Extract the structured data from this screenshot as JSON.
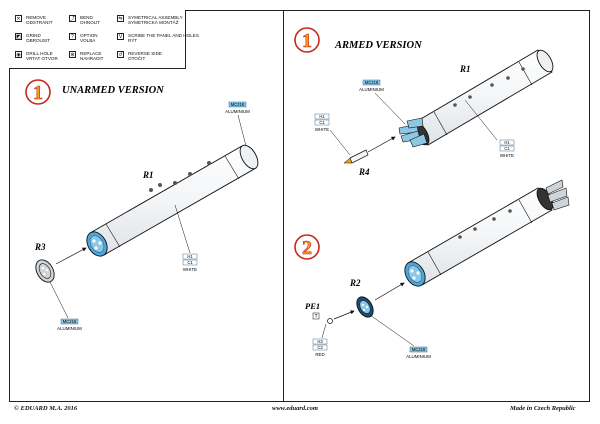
{
  "legend": [
    {
      "icon": "remove-icon",
      "glyph": "✕",
      "line1": "REMOVE",
      "line2": "ODSTRANIT"
    },
    {
      "icon": "bend-icon",
      "glyph": "⤴",
      "line1": "BEND",
      "line2": "OHNOUT"
    },
    {
      "icon": "symmetrical-assembly-icon",
      "glyph": "⇋",
      "line1": "SYMETRICAL ASSEMBLY",
      "line2": "SYMETRICKÁ MONTÁŽ"
    },
    {
      "icon": "grind-icon",
      "glyph": "◩",
      "line1": "GRIND",
      "line2": "OBROUSIT"
    },
    {
      "icon": "option-icon",
      "glyph": "?",
      "line1": "OPTION",
      "line2": "VOLBA"
    },
    {
      "icon": "scribe-icon",
      "glyph": "V",
      "line1": "SCRIBE THE PANEL AND HOLES",
      "line2": "RÝT"
    },
    {
      "icon": "drill-hole-icon",
      "glyph": "◉",
      "line1": "DRILL HOLE",
      "line2": "VRTAT OTVOR"
    },
    {
      "icon": "replace-icon",
      "glyph": "⊗",
      "line1": "REPLACE",
      "line2": "NAHRADIT"
    },
    {
      "icon": "reverse-side-icon",
      "glyph": "↺",
      "line1": "REVERSE SIDE",
      "line2": "OTOČIT"
    }
  ],
  "left_panel": {
    "step": "1",
    "title": "UNARMED VERSION",
    "part_r1": "R1",
    "part_r3": "R3",
    "paint_top": {
      "code": "MC218",
      "name": "ALUMINIUM"
    },
    "paint_body": {
      "code1": "H1",
      "code2": "C1",
      "name": "WHITE"
    },
    "paint_r3": {
      "code": "MC218",
      "name": "ALUMINIUM"
    }
  },
  "right_top": {
    "step": "1",
    "title": "ARMED VERSION",
    "part_r1": "R1",
    "part_r4": "R4",
    "paint_fins": {
      "code": "MC218",
      "name": "ALUMINIUM"
    },
    "paint_r4": {
      "code1": "H1",
      "code2": "C1",
      "name": "WHITE"
    },
    "paint_body": {
      "code1": "H1",
      "code2": "C1",
      "name": "WHITE"
    }
  },
  "right_bottom": {
    "step": "2",
    "part_r2": "R2",
    "part_pe1": "PE1",
    "pe1_option": "?",
    "paint_pe1": {
      "code1": "H3",
      "code2": "C3",
      "name": "RED"
    },
    "paint_r2": {
      "code": "MC218",
      "name": "ALUMINIUM"
    }
  },
  "footer": {
    "copyright": "© EDUARD  M.A. 2016",
    "website": "www.eduard.com",
    "made_in": "Made in Czech Republic"
  },
  "colors": {
    "step_circle": "#c8281e",
    "aluminium_tag": "#8cc8e6",
    "body_fill": "#f4f6f8",
    "blue_end": "#4da6dc"
  }
}
